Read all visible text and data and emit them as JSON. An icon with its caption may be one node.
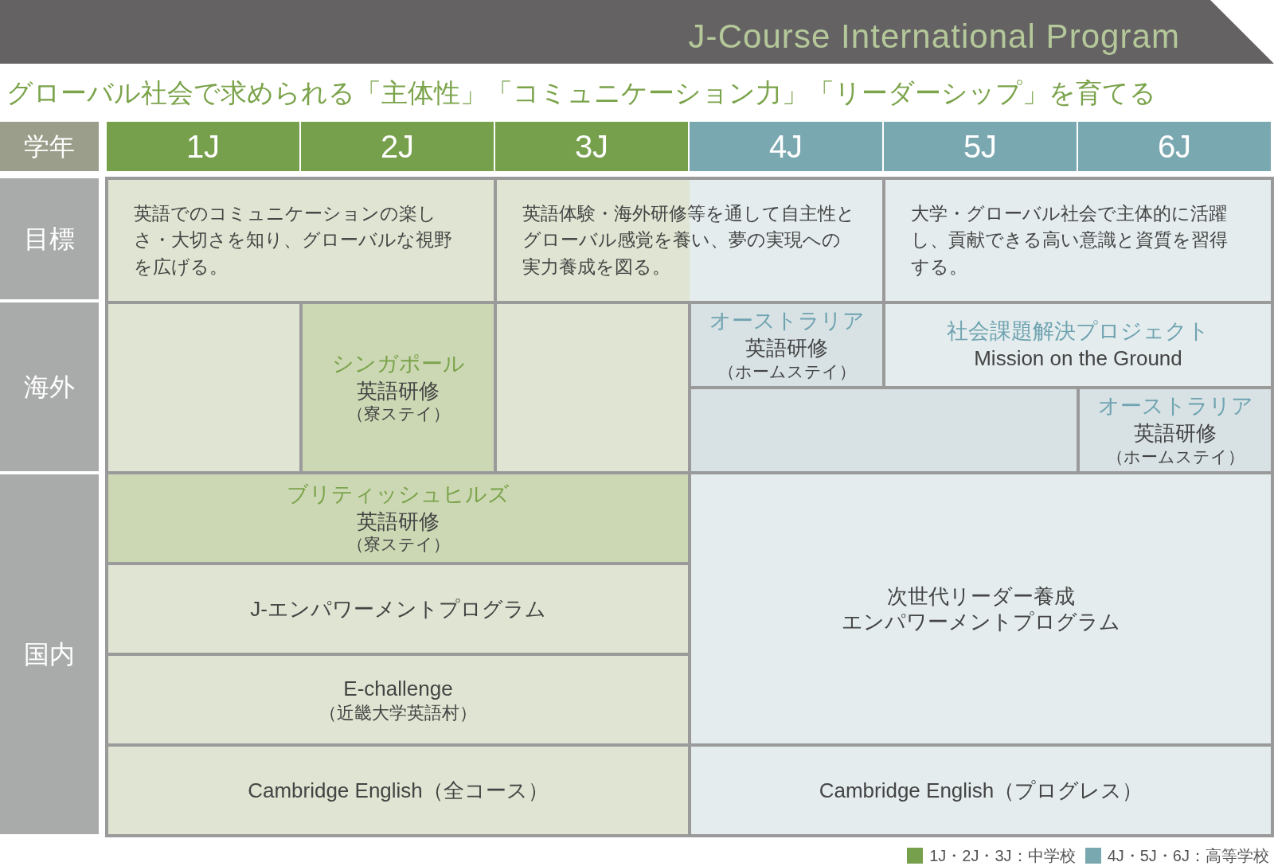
{
  "diagram": {
    "title": "J-Course International Program",
    "nodes": [
      {
        "text": [
          "学年"
        ]
      },
      {
        "text": [
          "1J"
        ]
      },
      {
        "text": [
          "2J"
        ]
      },
      {
        "text": [
          "3J"
        ]
      },
      {
        "text": [
          "4J"
        ]
      },
      {
        "text": [
          "5J"
        ]
      },
      {
        "text": [
          "6J"
        ]
      },
      {
        "text": [
          "目標"
        ]
      },
      {
        "text": [
          "英語でのコミュニケーションの楽しさ・大切さを知り、グローバルな視野を広げる。"
        ]
      },
      {
        "text": [
          "英語体験・海外研修等を通して自主性とグローバル感覚を養い、夢の実現への実力養成を図る。"
        ]
      },
      {
        "text": [
          "大学・グローバル社会で主体的に活躍し、貢献できる高い意識と資質を習得する。"
        ]
      },
      {
        "text": [
          "海外"
        ]
      },
      {
        "text": [],
        "shape": "box"
      },
      {
        "text": [
          "シンガポール",
          "英語研修",
          "（寮ステイ）"
        ]
      },
      {
        "text": [],
        "shape": "box"
      },
      {
        "text": [
          "オーストラリア",
          "英語研修",
          "（ホームステイ）"
        ]
      },
      {
        "text": [
          "社会課題解決プロジェクト",
          "Mission on the Ground"
        ]
      },
      {
        "text": [],
        "shape": "box"
      },
      {
        "text": [
          "オーストラリア",
          "英語研修",
          "（ホームステイ）"
        ]
      },
      {
        "text": [
          "国内"
        ]
      },
      {
        "text": [
          "ブリティッシュヒルズ",
          "英語研修",
          "（寮ステイ）"
        ]
      },
      {
        "text": [
          "J-エンパワーメントプログラム"
        ]
      },
      {
        "text": [
          "E-challenge",
          "（近畿大学英語村）"
        ]
      },
      {
        "text": [
          "Cambridge English（全コース）"
        ]
      },
      {
        "text": [
          "次世代リーダー養成",
          "エンパワーメントプログラム"
        ]
      },
      {
        "text": [
          "Cambridge English（プログレス）"
        ]
      }
    ],
    "labels": [
      "グローバル社会で求められる「主体性」「コミュニケーション力」「リーダーシップ」を育てる"
    ],
    "legend": [
      {
        "text": "1J・2J・3J：中学校",
        "color": "#76a04c"
      },
      {
        "text": "4J・5J・6J：高等学校",
        "color": "#7aa8b0"
      }
    ]
  }
}
